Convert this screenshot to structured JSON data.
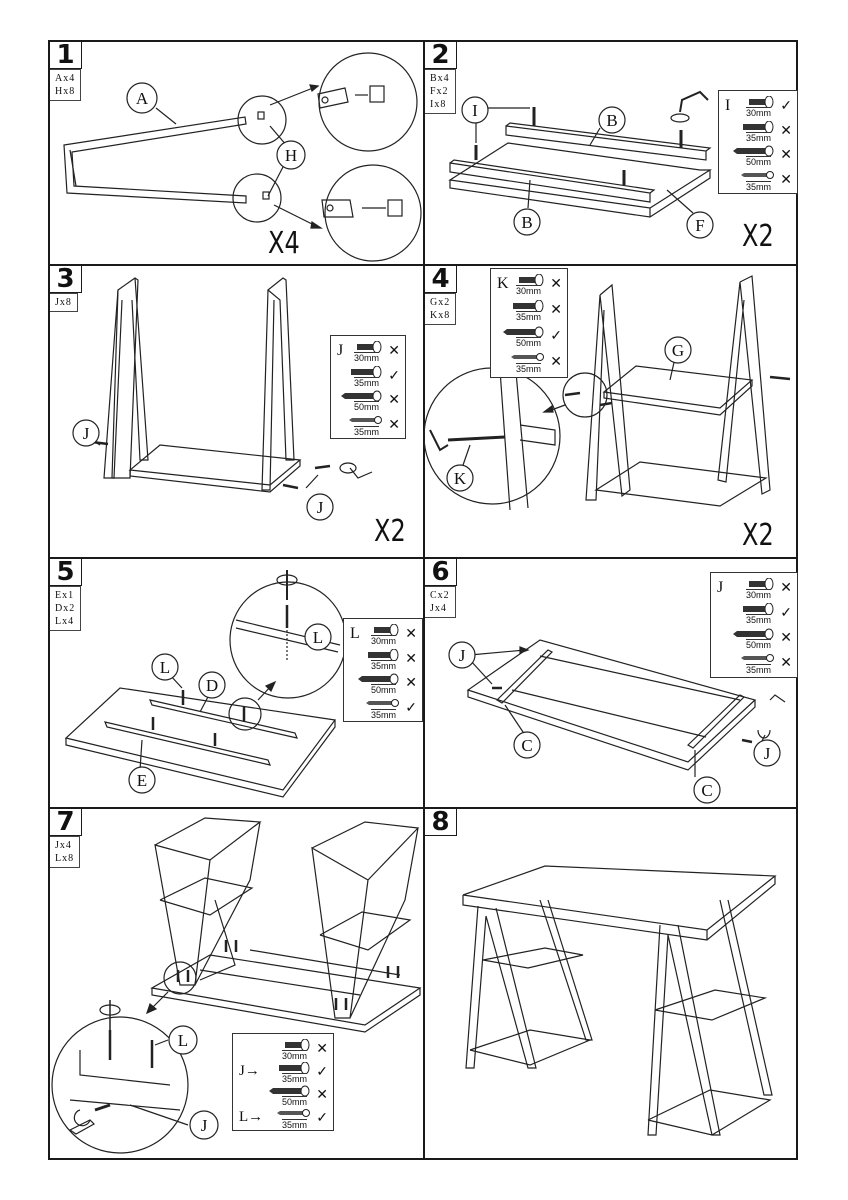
{
  "steps": [
    {
      "number": "1",
      "parts": [
        "Ax4",
        "Hx8"
      ],
      "multiplier": "X4",
      "callouts": [
        "A",
        "H"
      ]
    },
    {
      "number": "2",
      "parts": [
        "Bx4",
        "Fx2",
        "Ix8"
      ],
      "multiplier": "X2",
      "callouts": [
        "I",
        "B",
        "B",
        "F"
      ]
    },
    {
      "number": "3",
      "parts": [
        "Jx8"
      ],
      "multiplier": "X2",
      "callouts": [
        "J",
        "J"
      ]
    },
    {
      "number": "4",
      "parts": [
        "Gx2",
        "Kx8"
      ],
      "multiplier": "X2",
      "callouts": [
        "G",
        "K"
      ]
    },
    {
      "number": "5",
      "parts": [
        "Ex1",
        "Dx2",
        "Lx4"
      ],
      "callouts": [
        "L",
        "D",
        "E",
        "L"
      ]
    },
    {
      "number": "6",
      "parts": [
        "Cx2",
        "Jx4"
      ],
      "callouts": [
        "J",
        "C",
        "C",
        "J"
      ]
    },
    {
      "number": "7",
      "parts": [
        "Jx4",
        "Lx8"
      ],
      "callouts": [
        "L",
        "J"
      ]
    },
    {
      "number": "8",
      "parts": []
    }
  ],
  "screw_tables": [
    {
      "step": "2",
      "tag": "I",
      "rows": [
        {
          "length": "30mm",
          "type": "bolt-short",
          "mark": "check"
        },
        {
          "length": "35mm",
          "type": "bolt-long",
          "mark": "cross"
        },
        {
          "length": "50mm",
          "type": "wood-long",
          "mark": "cross"
        },
        {
          "length": "35mm",
          "type": "wood-short",
          "mark": "cross"
        }
      ]
    },
    {
      "step": "3",
      "tag": "J",
      "rows": [
        {
          "length": "30mm",
          "type": "bolt-short",
          "mark": "cross"
        },
        {
          "length": "35mm",
          "type": "bolt-long",
          "mark": "check"
        },
        {
          "length": "50mm",
          "type": "wood-long",
          "mark": "cross"
        },
        {
          "length": "35mm",
          "type": "wood-short",
          "mark": "cross"
        }
      ]
    },
    {
      "step": "4",
      "tag": "K",
      "rows": [
        {
          "length": "30mm",
          "type": "bolt-short",
          "mark": "cross"
        },
        {
          "length": "35mm",
          "type": "bolt-long",
          "mark": "cross"
        },
        {
          "length": "50mm",
          "type": "wood-long",
          "mark": "check"
        },
        {
          "length": "35mm",
          "type": "wood-short",
          "mark": "cross"
        }
      ]
    },
    {
      "step": "5",
      "tag": "L",
      "rows": [
        {
          "length": "30mm",
          "type": "bolt-short",
          "mark": "cross"
        },
        {
          "length": "35mm",
          "type": "bolt-long",
          "mark": "cross"
        },
        {
          "length": "50mm",
          "type": "wood-long",
          "mark": "cross"
        },
        {
          "length": "35mm",
          "type": "wood-short",
          "mark": "check"
        }
      ]
    },
    {
      "step": "6",
      "tag": "J",
      "rows": [
        {
          "length": "30mm",
          "type": "bolt-short",
          "mark": "cross"
        },
        {
          "length": "35mm",
          "type": "bolt-long",
          "mark": "check"
        },
        {
          "length": "50mm",
          "type": "wood-long",
          "mark": "cross"
        },
        {
          "length": "35mm",
          "type": "wood-short",
          "mark": "cross"
        }
      ]
    },
    {
      "step": "7",
      "tag": "",
      "rows": [
        {
          "length": "30mm",
          "type": "bolt-short",
          "mark": "cross",
          "label": ""
        },
        {
          "length": "35mm",
          "type": "bolt-long",
          "mark": "check",
          "label": "J→"
        },
        {
          "length": "50mm",
          "type": "wood-long",
          "mark": "cross",
          "label": ""
        },
        {
          "length": "35mm",
          "type": "wood-short",
          "mark": "check",
          "label": "L→"
        }
      ]
    }
  ],
  "marks": {
    "check": "✓",
    "cross": "✕"
  }
}
